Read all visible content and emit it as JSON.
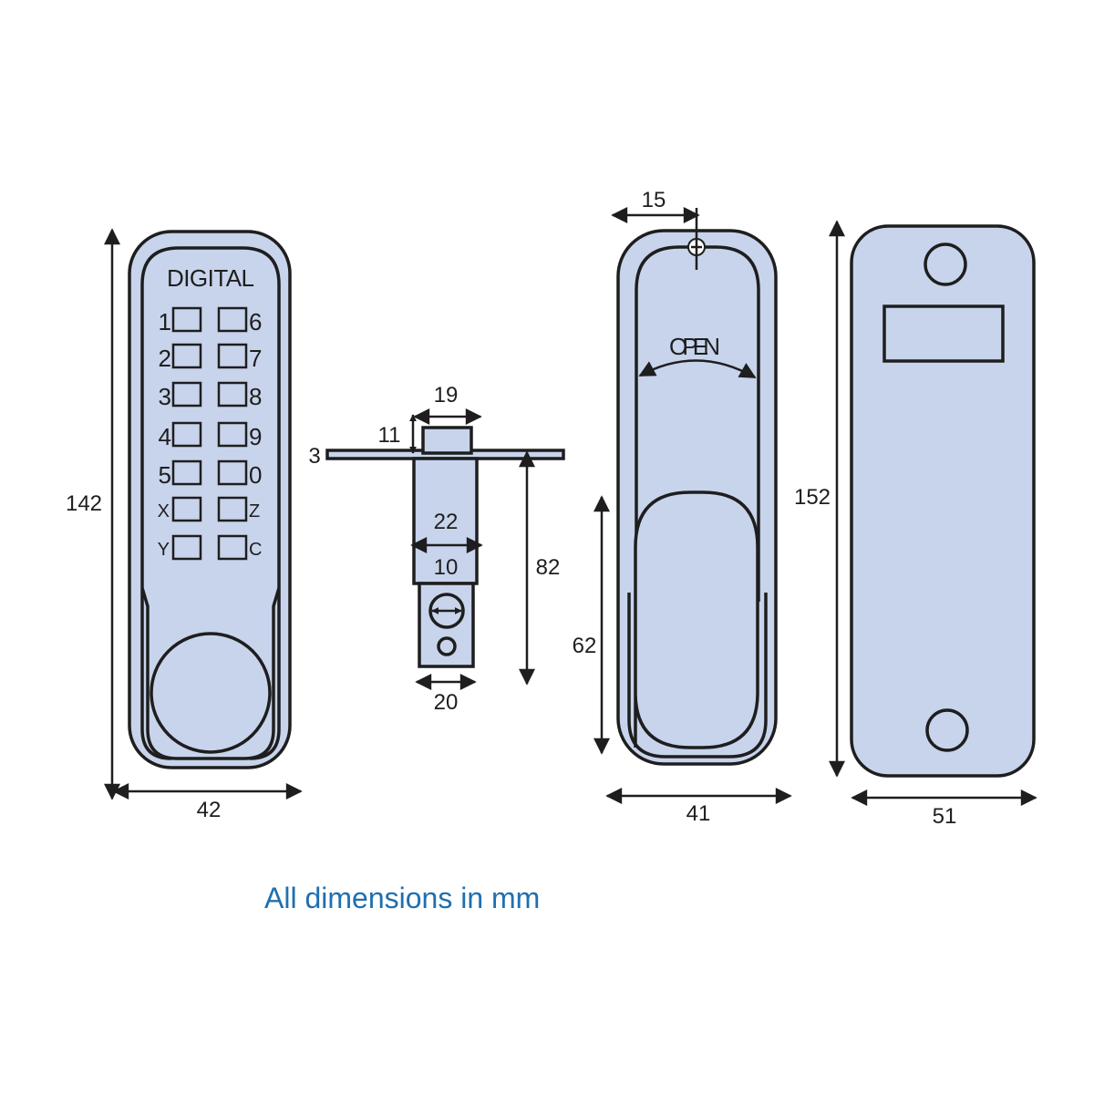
{
  "caption": "All dimensions in mm",
  "front_view": {
    "brand": "DIGITAL",
    "keys_left": [
      "1",
      "2",
      "3",
      "4",
      "5",
      "X",
      "Y"
    ],
    "keys_right": [
      "6",
      "7",
      "8",
      "9",
      "0",
      "Z",
      "C"
    ],
    "height": "142",
    "width": "42"
  },
  "latch_view": {
    "bolt_width": "19",
    "bolt_height": "11",
    "plate_thickness": "3",
    "body_width": "22",
    "tail_label": "10",
    "length": "82",
    "tail_width": "20"
  },
  "side_view": {
    "offset": "15",
    "open_label": "OPEN",
    "lever_height": "62",
    "width": "41"
  },
  "back_view": {
    "height": "152",
    "width": "51"
  },
  "colors": {
    "fill": "#c8d4ec",
    "stroke": "#1e1e1e",
    "caption": "#1f6fb0"
  }
}
